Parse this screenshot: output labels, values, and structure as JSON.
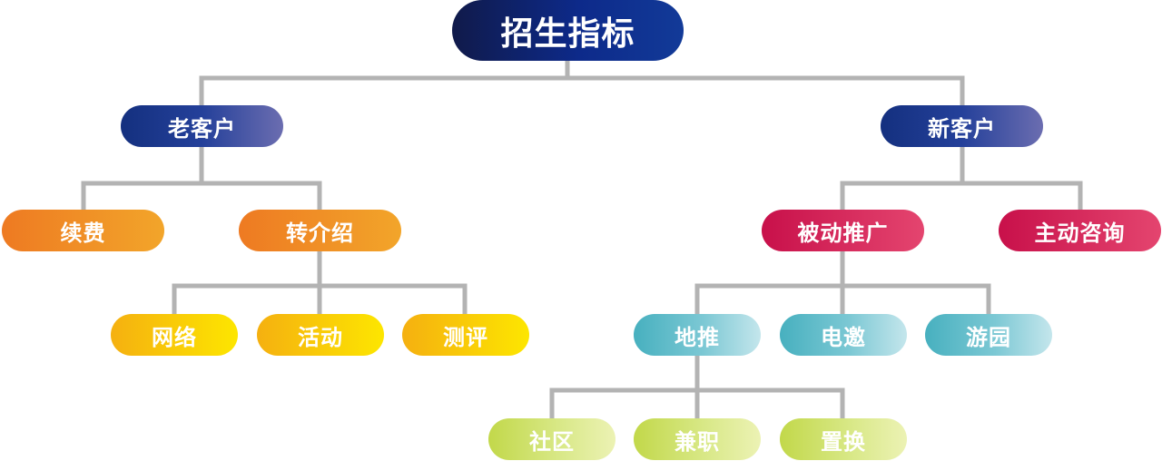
{
  "root": {
    "label": "招生指标"
  },
  "old_customers": {
    "label": "老客户",
    "renewal": {
      "label": "续费"
    },
    "referral": {
      "label": "转介绍",
      "children": [
        {
          "label": "网络"
        },
        {
          "label": "活动"
        },
        {
          "label": "测评"
        }
      ]
    }
  },
  "new_customers": {
    "label": "新客户",
    "passive_promotion": {
      "label": "被动推广",
      "children": [
        {
          "label": "地推",
          "children": [
            {
              "label": "社区"
            },
            {
              "label": "兼职"
            },
            {
              "label": "置换"
            }
          ]
        },
        {
          "label": "电邀"
        },
        {
          "label": "游园"
        }
      ]
    },
    "active_inquiry": {
      "label": "主动咨询"
    }
  },
  "colors": {
    "connector": "#b3b3b3",
    "root_fill": "#0d2a8a",
    "level1_fill": "#24409a",
    "old_branch_fill": "#f09028",
    "referral_children_fill": "#fbd006",
    "new_branch_fill": "#d62a58",
    "passive_children_fill": "#5db8c6",
    "ground_push_children_fill": "#d2e274"
  }
}
